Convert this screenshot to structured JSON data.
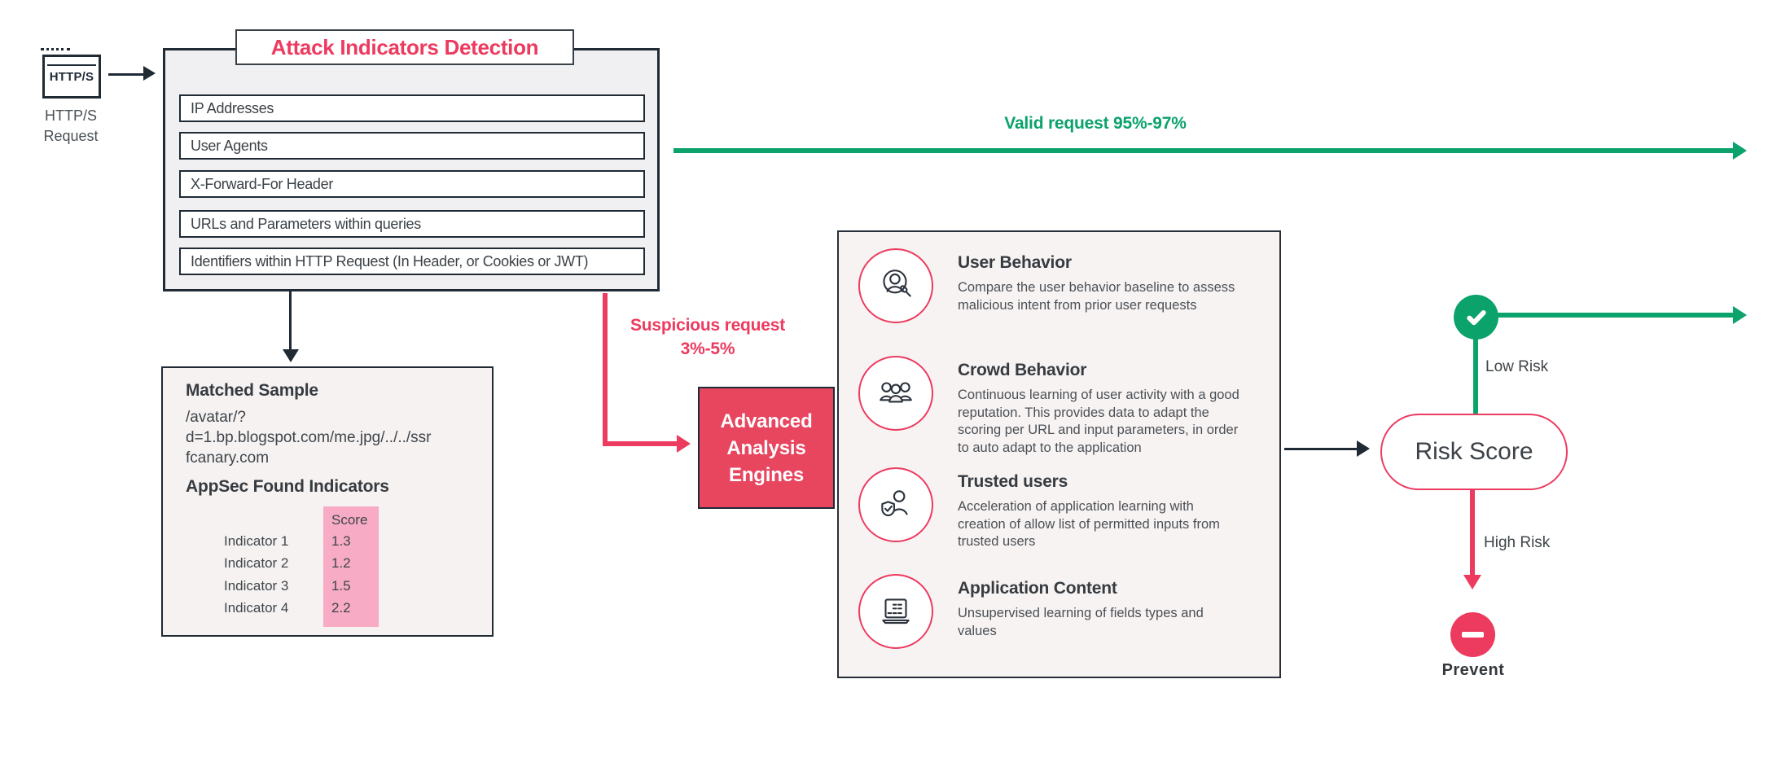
{
  "source": {
    "icon_text": "HTTP/S",
    "caption": "HTTP/S\nRequest"
  },
  "attack_detection": {
    "title": "Attack Indicators Detection",
    "items": [
      "IP Addresses",
      "User Agents",
      "X-Forward-For Header",
      "URLs and Parameters within queries",
      "Identifiers within HTTP Request  (In Header, or Cookies or JWT)"
    ]
  },
  "flows": {
    "valid_label": "Valid request 95%-97%",
    "suspicious_label": "Suspicious request\n3%-5%"
  },
  "advanced_engine": {
    "label": "Advanced\nAnalysis\nEngines"
  },
  "matched_sample": {
    "title": "Matched Sample",
    "sample": "/avatar/?\nd=1.bp.blogspot.com/me.jpg/../../ssr\nfcanary.com",
    "indicators_title": "AppSec Found Indicators",
    "score_header": "Score",
    "rows": [
      {
        "label": "Indicator 1",
        "score": "1.3"
      },
      {
        "label": "Indicator 2",
        "score": "1.2"
      },
      {
        "label": "Indicator 3",
        "score": "1.5"
      },
      {
        "label": "Indicator 4",
        "score": "2.2"
      }
    ]
  },
  "analysis_engines": {
    "items": [
      {
        "title": "User Behavior",
        "icon": "user-behavior-icon",
        "description": "Compare the user behavior baseline to assess malicious intent from prior user requests"
      },
      {
        "title": "Crowd Behavior",
        "icon": "crowd-behavior-icon",
        "description": "Continuous learning of user activity with a good reputation. This provides data to adapt the scoring per URL and input parameters, in order to auto adapt to the application"
      },
      {
        "title": "Trusted users",
        "icon": "trusted-users-icon",
        "description": "Acceleration of application learning with creation of allow list of permitted inputs from trusted users"
      },
      {
        "title": "Application Content",
        "icon": "application-content-icon",
        "description": "Unsupervised learning of fields types and values"
      }
    ]
  },
  "risk": {
    "score_label": "Risk Score",
    "low_label": "Low Risk",
    "high_label": "High Risk",
    "prevent_label": "Prevent"
  },
  "colors": {
    "accent_red": "#ED3A5F",
    "engine_fill": "#E8455F",
    "green": "#0BA26B",
    "navy": "#1F2A35",
    "score_highlight": "#F7ABC4"
  }
}
